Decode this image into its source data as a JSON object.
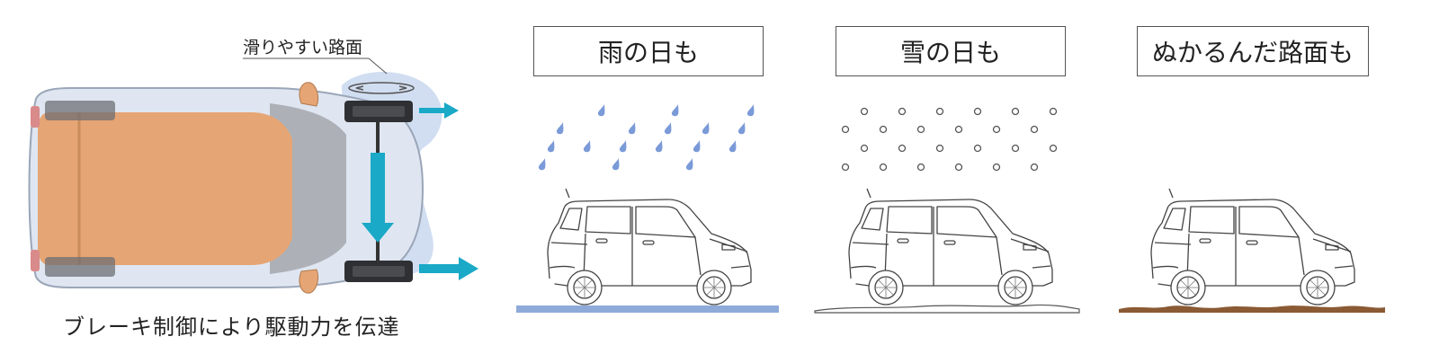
{
  "diagram": {
    "callout_label": "滑りやすい路面",
    "caption": "ブレーキ制御により駆動力を伝達"
  },
  "panels": [
    {
      "title": "雨の日も",
      "weather": "rain",
      "ground": "water"
    },
    {
      "title": "雪の日も",
      "weather": "snow",
      "ground": "snow"
    },
    {
      "title": "ぬかるんだ路面も",
      "weather": "none",
      "ground": "mud"
    }
  ],
  "colors": {
    "arrow": "#1aa9c7",
    "body": "#e6a574",
    "slippery": "#b9cbe8",
    "rain": "#7a9ad8",
    "water": "#8eaad8",
    "mud": "#8a5a34"
  }
}
